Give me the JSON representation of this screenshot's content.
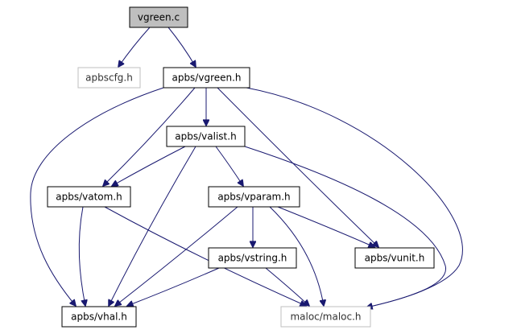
{
  "diagram": {
    "nodes": [
      {
        "id": "vgreen_c",
        "label": "vgreen.c",
        "fill": "#bfbfbf",
        "stroke": "#000000"
      },
      {
        "id": "apbscfg_h",
        "label": "apbscfg.h",
        "fill": "#ffffff",
        "stroke": "#bfbfbf"
      },
      {
        "id": "vgreen_h",
        "label": "apbs/vgreen.h",
        "fill": "#ffffff",
        "stroke": "#000000"
      },
      {
        "id": "valist_h",
        "label": "apbs/valist.h",
        "fill": "#ffffff",
        "stroke": "#000000"
      },
      {
        "id": "vatom_h",
        "label": "apbs/vatom.h",
        "fill": "#ffffff",
        "stroke": "#000000"
      },
      {
        "id": "vparam_h",
        "label": "apbs/vparam.h",
        "fill": "#ffffff",
        "stroke": "#000000"
      },
      {
        "id": "vstring_h",
        "label": "apbs/vstring.h",
        "fill": "#ffffff",
        "stroke": "#000000"
      },
      {
        "id": "vunit_h",
        "label": "apbs/vunit.h",
        "fill": "#ffffff",
        "stroke": "#000000"
      },
      {
        "id": "vhal_h",
        "label": "apbs/vhal.h",
        "fill": "#ffffff",
        "stroke": "#000000"
      },
      {
        "id": "maloc_h",
        "label": "maloc/maloc.h",
        "fill": "#ffffff",
        "stroke": "#bfbfbf"
      }
    ],
    "edges": [
      {
        "from": "vgreen_c",
        "to": "apbscfg_h"
      },
      {
        "from": "vgreen_c",
        "to": "vgreen_h"
      },
      {
        "from": "vgreen_h",
        "to": "valist_h"
      },
      {
        "from": "vgreen_h",
        "to": "vatom_h"
      },
      {
        "from": "vgreen_h",
        "to": "vhal_h"
      },
      {
        "from": "vgreen_h",
        "to": "vunit_h"
      },
      {
        "from": "vgreen_h",
        "to": "maloc_h"
      },
      {
        "from": "valist_h",
        "to": "vatom_h"
      },
      {
        "from": "valist_h",
        "to": "vparam_h"
      },
      {
        "from": "valist_h",
        "to": "vhal_h"
      },
      {
        "from": "valist_h",
        "to": "maloc_h"
      },
      {
        "from": "vatom_h",
        "to": "vhal_h"
      },
      {
        "from": "vatom_h",
        "to": "maloc_h"
      },
      {
        "from": "vparam_h",
        "to": "vstring_h"
      },
      {
        "from": "vparam_h",
        "to": "vunit_h"
      },
      {
        "from": "vparam_h",
        "to": "vhal_h"
      },
      {
        "from": "vparam_h",
        "to": "maloc_h"
      },
      {
        "from": "vstring_h",
        "to": "vhal_h"
      },
      {
        "from": "vstring_h",
        "to": "maloc_h"
      }
    ],
    "edge_color": "#191970"
  }
}
